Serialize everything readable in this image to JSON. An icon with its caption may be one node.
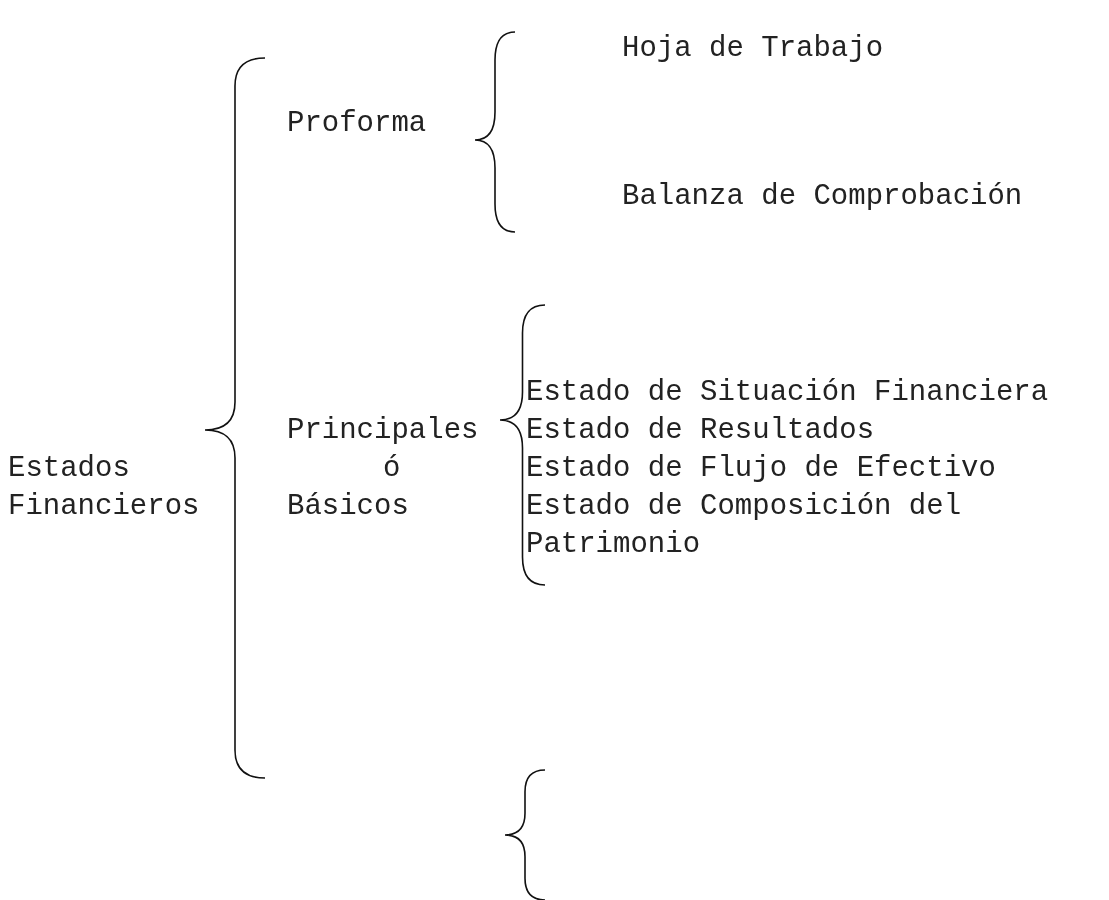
{
  "diagram": {
    "labels": [
      "Hoja de Trabajo",
      "Proforma",
      "Balanza de Comprobación",
      "Estado de Situación Financiera",
      "Principales",
      "Estado de Resultados",
      "Estados Financieros",
      "ó",
      "Estado de Flujo de Efectivo",
      "Básicos",
      "Estado de Composición del Patrimonio"
    ]
  }
}
